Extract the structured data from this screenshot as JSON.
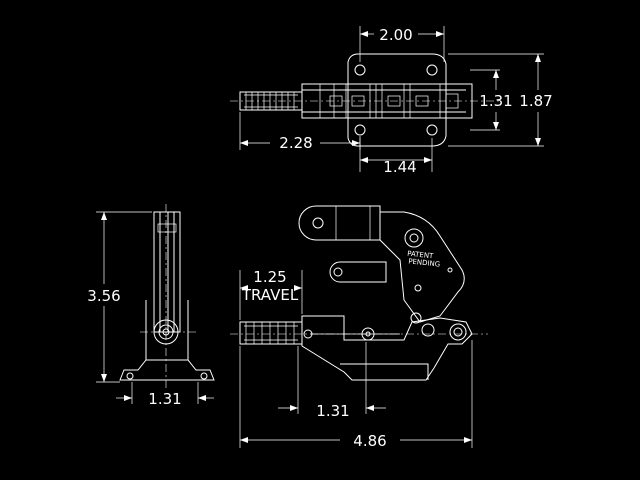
{
  "background": "#000000",
  "line_color": "#ffffff",
  "dimensions": {
    "top_width": "2.00",
    "top_inner_height": "1.31",
    "top_outer_height": "1.87",
    "top_plunger_length": "2.28",
    "top_base_width": "1.44",
    "side_height": "3.56",
    "side_base_width": "1.31",
    "front_base_width": "1.31",
    "front_overall_length": "4.86"
  },
  "travel": {
    "value": "1.25",
    "label": "TRAVEL"
  },
  "patent": {
    "line1": "PATENT",
    "line2": "PENDING"
  }
}
